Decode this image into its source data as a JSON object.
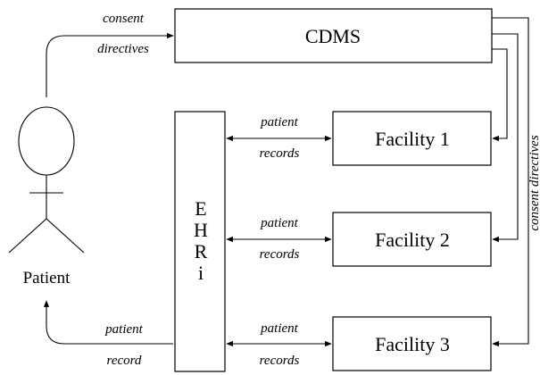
{
  "nodes": {
    "cdms": "CDMS",
    "facility_1": "Facility 1",
    "facility_2": "Facility 2",
    "facility_3": "Facility 3",
    "ehri_letters": [
      "E",
      "H",
      "R",
      "i"
    ],
    "patient": "Patient"
  },
  "edges": {
    "consent_top": "consent",
    "consent_bottom": "directives",
    "records_top": "patient",
    "records_bottom": "records",
    "patient_record_top": "patient",
    "patient_record_bottom": "record",
    "side_consent": "consent directives"
  }
}
